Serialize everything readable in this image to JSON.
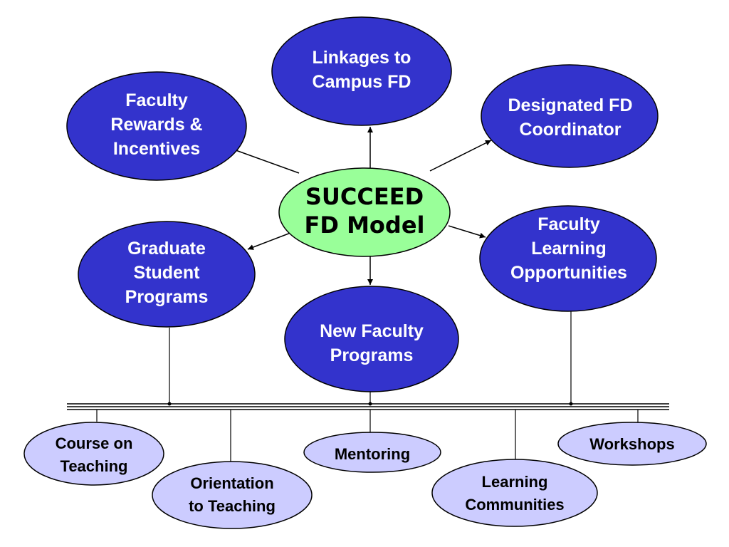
{
  "center": {
    "lines": [
      "SUCCEED",
      "FD Model"
    ],
    "fill": "#99ff99"
  },
  "colors": {
    "dark_node": "#3333cc",
    "light_node": "#ccccff",
    "stroke": "#000000"
  },
  "components": [
    {
      "id": "linkages",
      "lines": [
        "Linkages to",
        "Campus FD"
      ]
    },
    {
      "id": "designated",
      "lines": [
        "Designated FD",
        "Coordinator"
      ]
    },
    {
      "id": "rewards",
      "lines": [
        "Faculty",
        "Rewards &",
        "Incentives"
      ]
    },
    {
      "id": "graduate",
      "lines": [
        "Graduate",
        "Student",
        "Programs"
      ]
    },
    {
      "id": "newfaculty",
      "lines": [
        "New Faculty",
        "Programs"
      ]
    },
    {
      "id": "learning",
      "lines": [
        "Faculty",
        "Learning",
        "Opportunities"
      ]
    }
  ],
  "activities": [
    {
      "id": "course",
      "lines": [
        "Course on",
        "Teaching"
      ]
    },
    {
      "id": "orientation",
      "lines": [
        "Orientation",
        "to Teaching"
      ]
    },
    {
      "id": "mentoring",
      "lines": [
        "Mentoring"
      ]
    },
    {
      "id": "communities",
      "lines": [
        "Learning",
        "Communities"
      ]
    },
    {
      "id": "workshops",
      "lines": [
        "Workshops"
      ]
    }
  ]
}
